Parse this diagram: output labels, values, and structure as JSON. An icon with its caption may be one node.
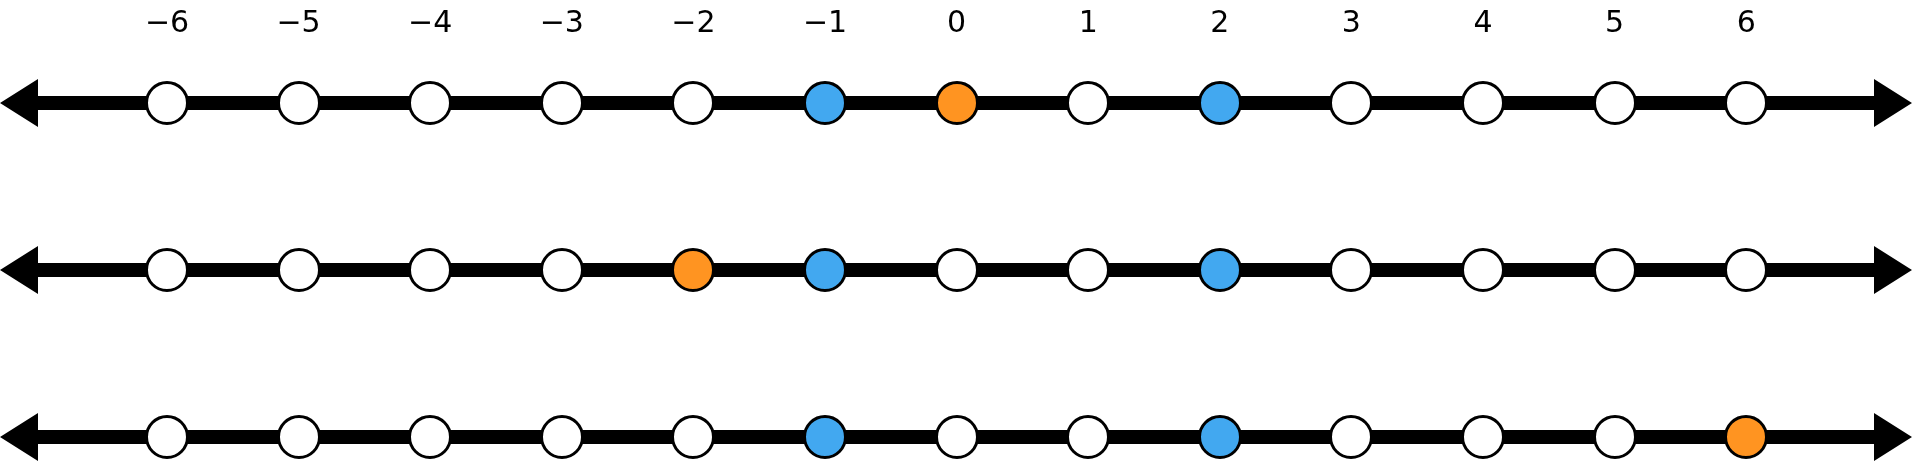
{
  "diagram": {
    "nodes": [
      {
        "text": [],
        "shape": "circle"
      },
      {
        "text": [],
        "shape": "circle"
      },
      {
        "text": [],
        "shape": "circle"
      },
      {
        "text": [],
        "shape": "circle"
      },
      {
        "text": [],
        "shape": "circle"
      },
      {
        "text": [],
        "shape": "circle"
      },
      {
        "text": [],
        "shape": "circle"
      },
      {
        "text": [],
        "shape": "circle"
      },
      {
        "text": [],
        "shape": "circle"
      },
      {
        "text": [],
        "shape": "circle"
      },
      {
        "text": [],
        "shape": "circle"
      },
      {
        "text": [],
        "shape": "circle"
      },
      {
        "text": [],
        "shape": "circle"
      },
      {
        "text": [],
        "shape": "circle"
      },
      {
        "text": [],
        "shape": "circle"
      },
      {
        "text": [],
        "shape": "circle"
      },
      {
        "text": [],
        "shape": "circle"
      },
      {
        "text": [],
        "shape": "circle"
      },
      {
        "text": [],
        "shape": "circle"
      },
      {
        "text": [],
        "shape": "circle"
      },
      {
        "text": [],
        "shape": "circle"
      },
      {
        "text": [],
        "shape": "circle"
      },
      {
        "text": [],
        "shape": "circle"
      },
      {
        "text": [],
        "shape": "circle"
      },
      {
        "text": [],
        "shape": "circle"
      },
      {
        "text": [],
        "shape": "circle"
      },
      {
        "text": [],
        "shape": "circle"
      },
      {
        "text": [],
        "shape": "circle"
      },
      {
        "text": [],
        "shape": "circle"
      },
      {
        "text": [],
        "shape": "circle"
      },
      {
        "text": [],
        "shape": "circle"
      },
      {
        "text": [],
        "shape": "circle"
      },
      {
        "text": [],
        "shape": "circle"
      },
      {
        "text": [],
        "shape": "circle"
      },
      {
        "text": [],
        "shape": "circle"
      },
      {
        "text": [],
        "shape": "circle"
      },
      {
        "text": [],
        "shape": "circle"
      },
      {
        "text": [],
        "shape": "circle"
      },
      {
        "text": [],
        "shape": "circle"
      }
    ],
    "labels": [
      "−6",
      "−5",
      "−4",
      "−3",
      "−2",
      "−1",
      "0",
      "1",
      "2",
      "3",
      "4",
      "5",
      "6"
    ]
  }
}
